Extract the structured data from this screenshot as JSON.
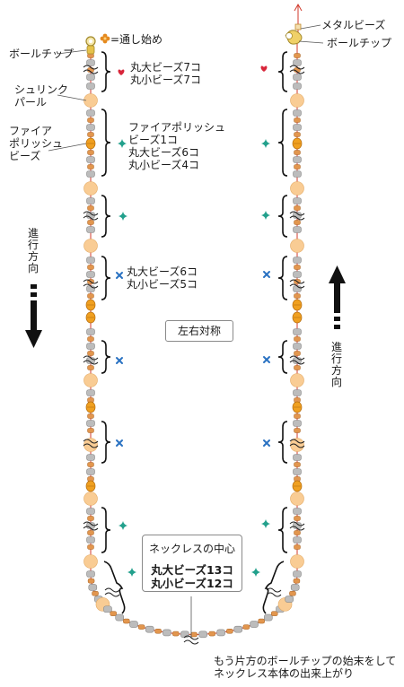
{
  "labels": {
    "start_marker": "=通し始め",
    "ball_chip_left": "ボールチップ",
    "seg1_l1": "丸大ビーズ7コ",
    "seg1_l2": "丸小ビーズ7コ",
    "shrink_pearl_l1": "シュリンク",
    "shrink_pearl_l2": "パール",
    "fire_polish_l1": "ファイア",
    "fire_polish_l2": "ポリッシュ",
    "fire_polish_l3": "ビーズ",
    "seg2_l1": "ファイアポリッシュ",
    "seg2_l2": "ビーズ1コ",
    "seg2_l3": "丸大ビーズ6コ",
    "seg2_l4": "丸小ビーズ4コ",
    "seg3_l1": "丸大ビーズ6コ",
    "seg3_l2": "丸小ビーズ5コ",
    "metal_beads": "メタルビーズ",
    "ball_chip_right": "ボールチップ",
    "symmetry": "左右対称",
    "direction_left": "進行方向",
    "direction_right": "進行方向",
    "center_title": "ネックレスの中心",
    "center_l1": "丸大ビーズ13コ",
    "center_l2": "丸小ビーズ12コ",
    "finish_l1": "もう片方のボールチップの始末をして",
    "finish_l2": "ネックレス本体の出来上がり"
  },
  "colors": {
    "pearl": "#f9cc94",
    "large_bead": "#bcbcbc",
    "small_bead": "#e2964e",
    "fire_polish": "#f0a020",
    "wire": "#d13a2b",
    "heart": "#d8253a",
    "teal_star": "#22a08c",
    "blue_x": "#2a72c2",
    "gold": "#e2b640"
  }
}
